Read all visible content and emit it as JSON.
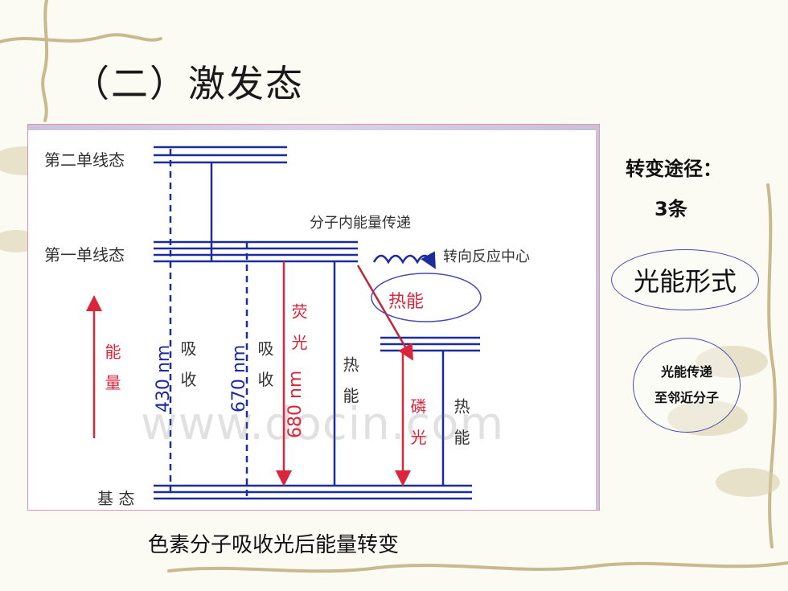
{
  "slide": {
    "title": "（二）激发态",
    "caption": "色素分子吸收光后能量转变",
    "watermark": "www.docin.com"
  },
  "diagram": {
    "levels": {
      "singlet2": "第二单线态",
      "singlet1": "第一单线态",
      "ground": "基 态"
    },
    "energy_axis": "能 量",
    "transfer_label": "分子内能量传递",
    "reaction_center": "转向反应中心",
    "heat_oval": "热能",
    "abs430": "430 nm",
    "abs430_suffix": "吸 收",
    "abs670": "670 nm",
    "abs670_suffix": "吸 收",
    "fluor680": "680 nm",
    "fluor680_suffix": "荧 光",
    "heat1": "热 能",
    "phosphor": "磷 光",
    "heat2": "热 能",
    "colors": {
      "blue": "#1c2b9e",
      "red": "#d9263a",
      "arrow_red": "#c62436"
    }
  },
  "side": {
    "title": "转变途径：",
    "count": "3条",
    "light_form": "光能形式",
    "transfer_line1": "光能传递",
    "transfer_line2": "至邻近分子"
  }
}
